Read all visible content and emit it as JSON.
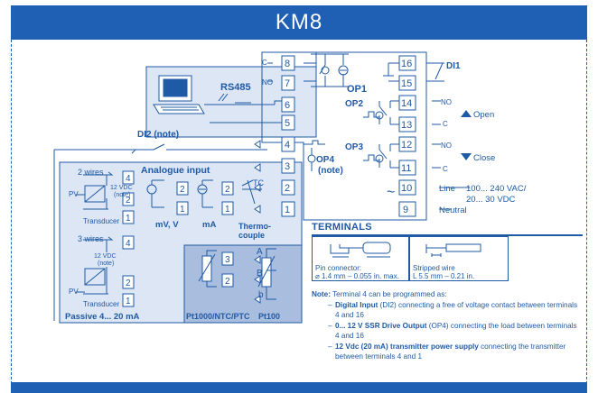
{
  "header": {
    "title": "KM8"
  },
  "labels": {
    "rs485": "RS485",
    "di2": "DI2 (note)",
    "di1": "DI1",
    "op1": "OP1",
    "op2": "OP2",
    "op3": "OP3",
    "op4": "OP4",
    "op4_note": "(note)",
    "analogue_input": "Analogue input",
    "two_wires": "2 wires",
    "three_wires": "3 wires",
    "vdc12": "12 VDC",
    "note_paren": "(note)",
    "pv": "PV",
    "transducer": "Transducer",
    "passive": "Passive 4... 20 mA",
    "mv_v": "mV, V",
    "ma": "mA",
    "tc": "TC",
    "thermo1": "Thermo-",
    "thermo2": "couple",
    "pt1000": "Pt1000/NTC/PTC",
    "pt100": "Pt100",
    "a": "A",
    "b_upper": "B",
    "b_lower": "b",
    "no": "NO",
    "c": "C",
    "open": "Open",
    "close": "Close",
    "line": "Line",
    "line_range1": "100... 240 VAC/",
    "line_range2": "20... 30 VDC",
    "neutral": "Neutral",
    "plus": "+",
    "minus": "–"
  },
  "terminal_numbers": [
    "8",
    "7",
    "6",
    "5",
    "4",
    "3",
    "2",
    "1",
    "16",
    "15",
    "14",
    "13",
    "12",
    "11",
    "10",
    "9"
  ],
  "terminals": {
    "title": "TERMINALS",
    "pin_label": "Pin connector:",
    "pin_spec": "⌀ 1.4 mm – 0.055 in. max.",
    "wire_label": "Stripped wire",
    "wire_spec": "L 5.5 mm – 0.21 in."
  },
  "note": {
    "lead": "Note:",
    "text": "Terminal 4 can be programmed as:",
    "items": [
      {
        "bold": "Digital Input",
        "rest": " (DI2) connecting a free of voltage contact between terminals 4 and 16"
      },
      {
        "bold": "0... 12 V SSR Drive Output",
        "rest": " (OP4) connecting the load between terminals 4 and 16"
      },
      {
        "bold": "12 Vdc (20 mA) transmitter power supply",
        "rest": " connecting the transmitter between terminals 4 and 1"
      }
    ]
  },
  "colors": {
    "brand": "#1f5fb4",
    "panel": "#dce6f4",
    "panel_dark": "#a9bddf",
    "ink": "#1f5aa6"
  }
}
